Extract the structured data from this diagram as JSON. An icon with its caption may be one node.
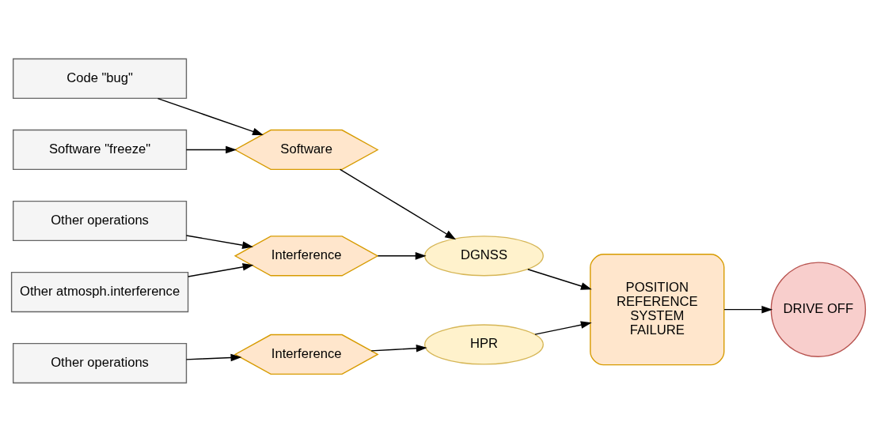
{
  "diagram": {
    "nodes": [
      {
        "text": [
          "Other atmosph.interference"
        ]
      },
      {
        "text": [
          "Other operations"
        ]
      },
      {
        "text": [
          "Interference"
        ]
      },
      {
        "text": [
          "DGNSS"
        ]
      },
      {
        "text": [
          "Software \"freeze\""
        ]
      },
      {
        "text": [
          "Software"
        ]
      },
      {
        "text": [
          "Code \"bug\""
        ]
      },
      {
        "text": [
          "POSITION REFERENCE SYSTEM FAILURE"
        ]
      },
      {
        "text": [
          "DRIVE OFF"
        ]
      },
      {
        "text": [
          "Other operations"
        ]
      },
      {
        "text": [
          "Interference"
        ]
      },
      {
        "text": [
          "HPR"
        ]
      }
    ],
    "edges": [
      {
        "from": 0,
        "to": 2,
        "arrow": "to"
      },
      {
        "from": 1,
        "to": 2,
        "arrow": "to"
      },
      {
        "from": 2,
        "to": 3,
        "arrow": "to"
      },
      {
        "from": 4,
        "to": 5,
        "arrow": "to"
      },
      {
        "from": 5,
        "to": 3,
        "arrow": "to"
      },
      {
        "from": 6,
        "to": 5,
        "arrow": "to"
      },
      {
        "from": 3,
        "to": 7,
        "arrow": "to"
      },
      {
        "from": 7,
        "to": 8,
        "arrow": "to"
      },
      {
        "from": 9,
        "to": 10,
        "arrow": "to"
      },
      {
        "from": 10,
        "to": 11,
        "arrow": "to"
      },
      {
        "from": 11,
        "to": 7,
        "arrow": "to"
      }
    ]
  }
}
